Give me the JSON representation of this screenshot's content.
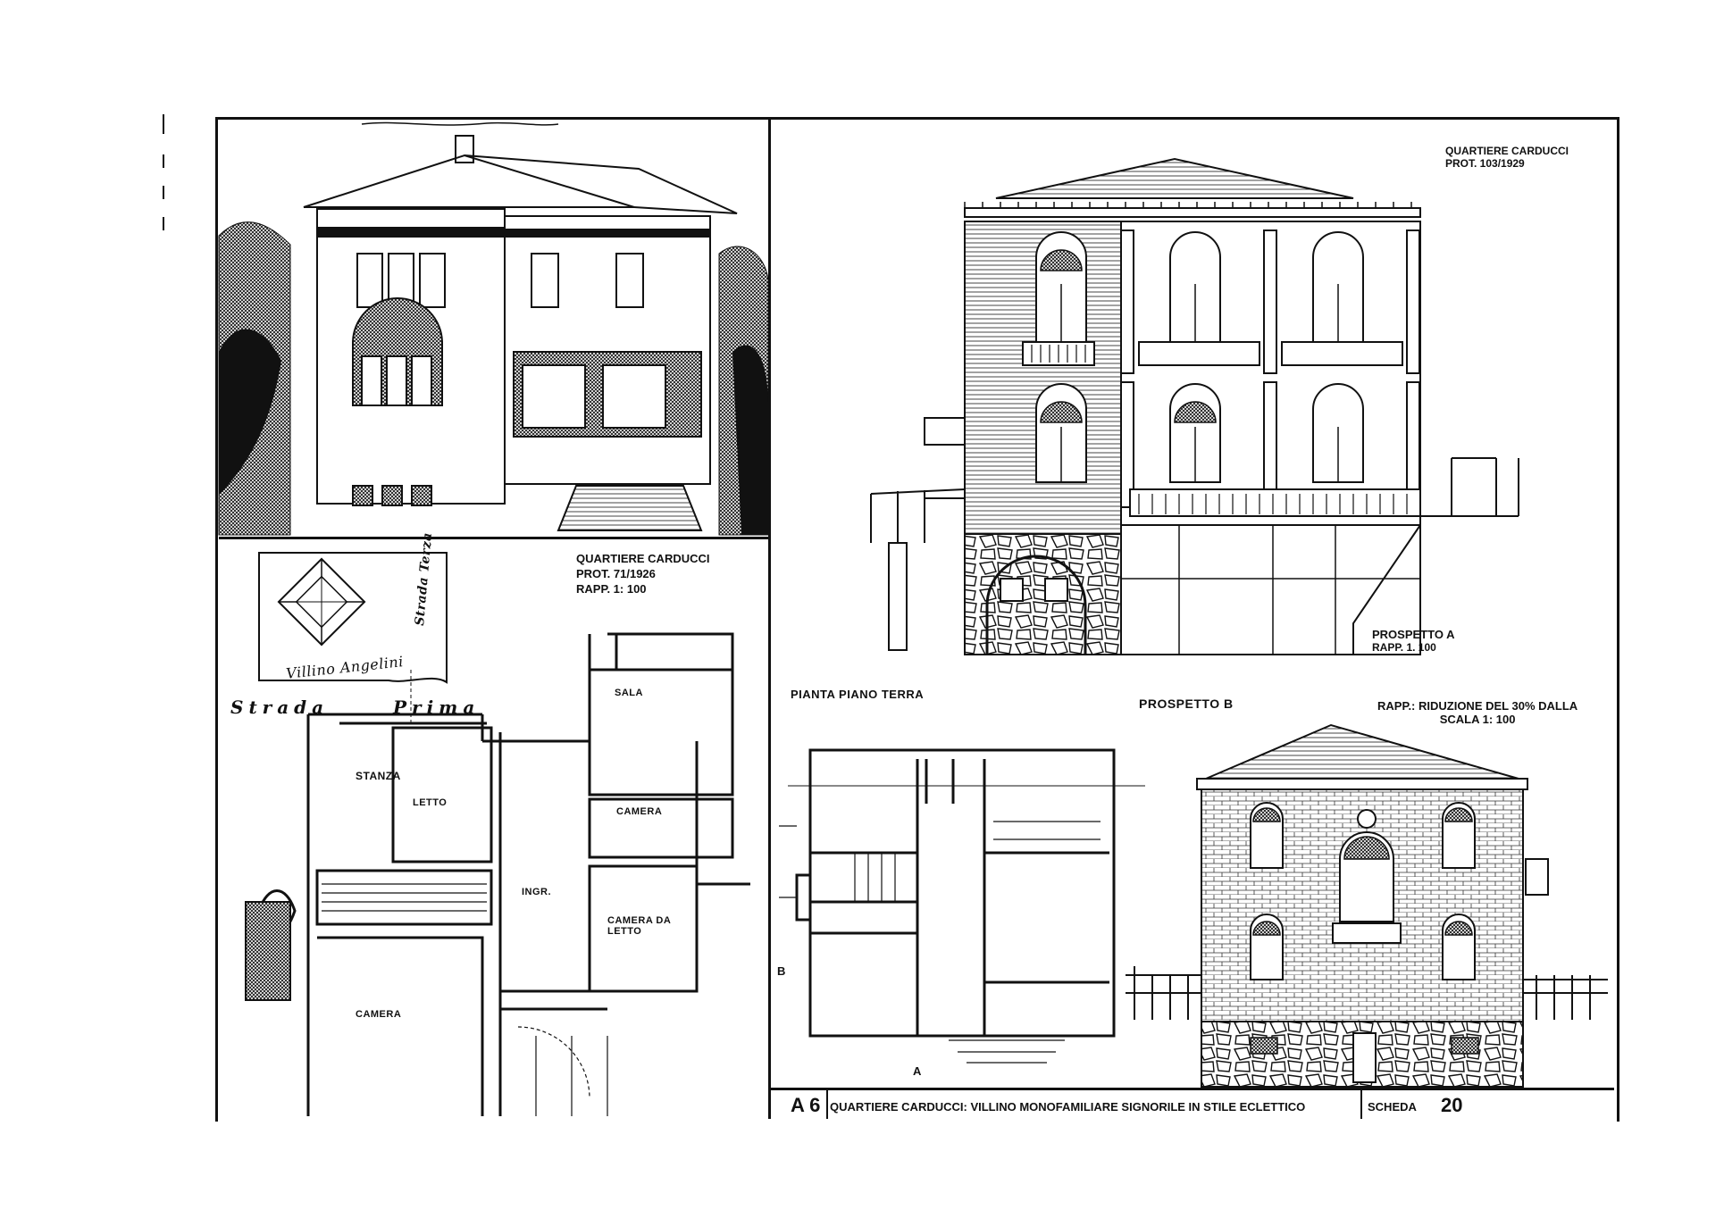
{
  "left_panel": {
    "plate_a": {
      "title": "QUARTIERE CARDUCCI",
      "prot": "PROT. 71/1926",
      "scale": "RAPP. 1: 100"
    },
    "site_plan": {
      "villa_name": "Villino Angelini",
      "street_1": "Strada",
      "street_1b": "Prima",
      "street_2": "Strada Terza"
    },
    "room_labels": [
      "SALA",
      "STANZA",
      "CAMERA",
      "LETTO",
      "INGR.",
      "CAMERA DA LETTO",
      "CAMERA"
    ]
  },
  "right_panel": {
    "plate_b": {
      "title": "QUARTIERE CARDUCCI",
      "prot": "PROT. 103/1929"
    },
    "prospetto_a": {
      "title": "PROSPETTO  A",
      "scale": "RAPP. 1. 100"
    },
    "pianta": {
      "title": "PIANTA PIANO TERRA",
      "mark_a": "A",
      "mark_b": "B"
    },
    "prospetto_b": {
      "title": "PROSPETTO  B"
    },
    "scale_note": {
      "line1": "RAPP.: RIDUZIONE DEL 30% DALLA",
      "line2": "SCALA 1: 100"
    }
  },
  "footer": {
    "code": "A 6",
    "description": "QUARTIERE CARDUCCI: VILLINO MONOFAMILIARE SIGNORILE IN STILE ECLETTICO",
    "sheet_label": "SCHEDA",
    "sheet_number": "20"
  },
  "colors": {
    "ink": "#111111",
    "paper": "#ffffff"
  }
}
